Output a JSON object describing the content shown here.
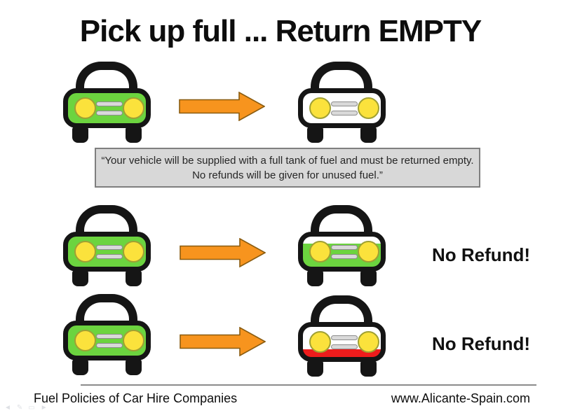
{
  "title": "Pick up full ... Return EMPTY",
  "quote": {
    "line1": "“Your vehicle will be supplied with a full tank of fuel and must be returned empty.",
    "line2": "No refunds will be given for unused fuel.”"
  },
  "rows": [
    {
      "left_car": "full-tank",
      "arrow": "arrow-right",
      "right_car": "empty-tank",
      "label": ""
    },
    {
      "left_car": "full-tank",
      "arrow": "arrow-right",
      "right_car": "three-quarter-tank",
      "label": "No Refund!"
    },
    {
      "left_car": "full-tank",
      "arrow": "arrow-right",
      "right_car": "reserve-tank",
      "label": "No Refund!"
    }
  ],
  "footer": {
    "left": "Fuel Policies of Car Hire Companies",
    "right": "www.Alicante-Spain.com"
  },
  "presenter_toolbar": {
    "icons": [
      {
        "name": "previous-slide-icon",
        "glyph": "◄"
      },
      {
        "name": "pen-icon",
        "glyph": "✎"
      },
      {
        "name": "slide-menu-icon",
        "glyph": "▭"
      },
      {
        "name": "next-slide-icon",
        "glyph": "►"
      }
    ]
  },
  "colors": {
    "full_tank": "#6cd43f",
    "headlight": "#fbe23c",
    "arrow": "#f7941e",
    "reserve_stripe": "#ee1c1c",
    "quote_bg": "#d8d8d8",
    "accent_black": "#151515"
  }
}
